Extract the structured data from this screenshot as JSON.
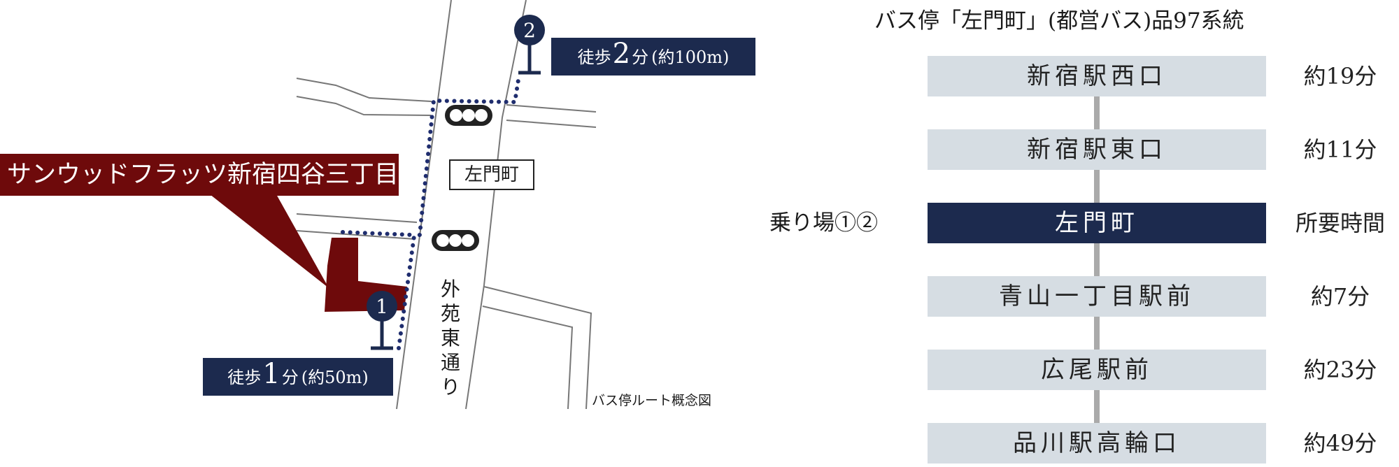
{
  "map": {
    "property_name": "サンウッドフラッツ新宿四谷三丁目",
    "district": "左門町",
    "street": "外苑東通り",
    "caption": "バス停ルート概念図",
    "stop_1_number": "1",
    "stop_2_number": "2",
    "walk_1": {
      "prefix": "徒歩",
      "minutes": "1",
      "unit": "分",
      "distance": "(約50m)"
    },
    "walk_2": {
      "prefix": "徒歩",
      "minutes": "2",
      "unit": "分",
      "distance": "(約100m)"
    },
    "colors": {
      "property": "#6e0a0b",
      "route": "#1f2d6e",
      "label_bg": "#1c2a4e",
      "road": "#777777"
    }
  },
  "route": {
    "title": "バス停「左門町」(都営バス)品97系統",
    "platform_label": "乗り場①②",
    "stops": [
      {
        "name": "新宿駅西口",
        "time": "約19分"
      },
      {
        "name": "新宿駅東口",
        "time": "約11分"
      },
      {
        "name": "左門町",
        "time": "所要時間",
        "current": true
      },
      {
        "name": "青山一丁目駅前",
        "time": "約7分"
      },
      {
        "name": "広尾駅前",
        "time": "約23分"
      },
      {
        "name": "品川駅高輪口",
        "time": "約49分"
      }
    ],
    "colors": {
      "stop_bg": "#d6dde3",
      "current_bg": "#1c2a4e",
      "line": "#aaaaaa"
    }
  }
}
